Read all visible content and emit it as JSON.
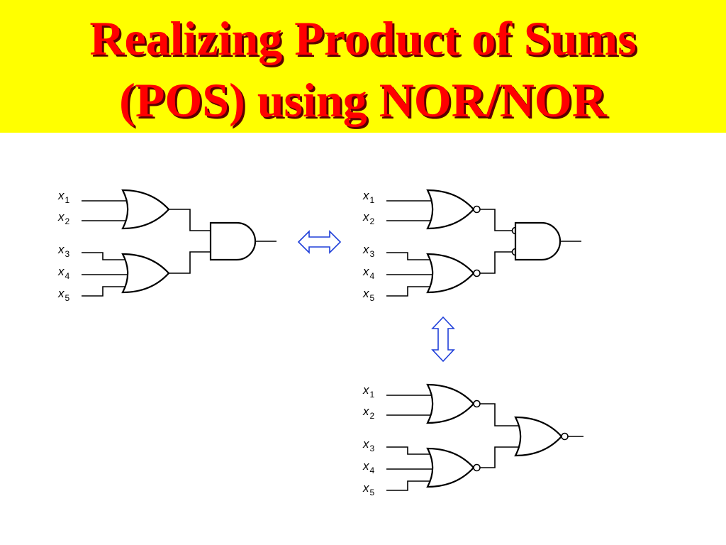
{
  "title": {
    "line1": "Realizing Product of Sums",
    "line2": "(POS) using NOR/NOR"
  },
  "colors": {
    "title_background": "#ffff00",
    "title_text": "#ff0000",
    "arrow": "#1f3fd9"
  },
  "inputs": [
    {
      "var": "x",
      "sub": "1"
    },
    {
      "var": "x",
      "sub": "2"
    },
    {
      "var": "x",
      "sub": "3"
    },
    {
      "var": "x",
      "sub": "4"
    },
    {
      "var": "x",
      "sub": "5"
    }
  ],
  "diagrams": [
    {
      "name": "or-and-circuit",
      "first_level": "OR",
      "second_level": "AND"
    },
    {
      "name": "nor-and-bubbled-circuit",
      "first_level": "NOR",
      "second_level": "AND with inverted inputs"
    },
    {
      "name": "nor-nor-circuit",
      "first_level": "NOR",
      "second_level": "NOR"
    }
  ],
  "arrows": [
    {
      "name": "horizontal-double-arrow",
      "direction": "left-right"
    },
    {
      "name": "vertical-double-arrow",
      "direction": "up-down"
    }
  ]
}
